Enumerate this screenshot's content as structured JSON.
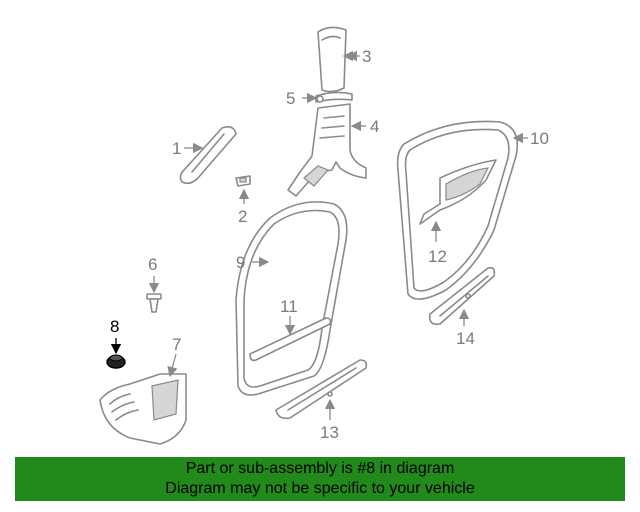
{
  "diagram": {
    "callouts": [
      "1",
      "2",
      "3",
      "4",
      "5",
      "6",
      "7",
      "8",
      "9",
      "10",
      "11",
      "12",
      "13",
      "14"
    ],
    "highlighted_part": "8"
  },
  "banner": {
    "line1": "Part or sub-assembly is #8 in diagram",
    "line2": "Diagram may not be specific to your vehicle"
  },
  "colors": {
    "line": "#8a8a8a",
    "highlight": "#000000",
    "banner_bg": "#218a1b"
  }
}
